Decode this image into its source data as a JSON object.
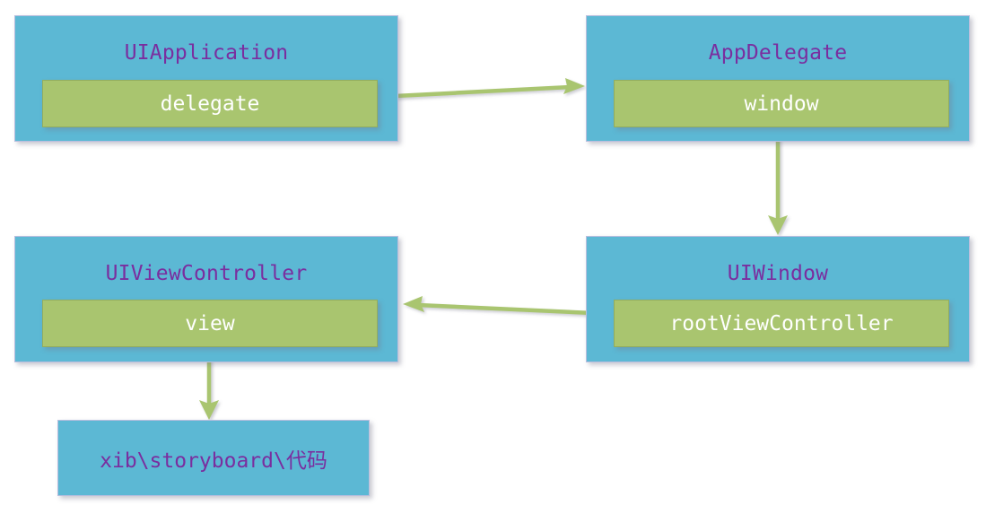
{
  "diagram": {
    "title": "iOS app launch object graph",
    "colors": {
      "class_box_fill": "#5cb8d4",
      "class_box_border": "#b9bede",
      "property_bar_fill": "#a9c56f",
      "property_bar_border": "#93ad5e",
      "class_title_text": "#7a2e9f",
      "property_text": "#ffffff",
      "arrow": "#a9c56f",
      "background": "#ffffff"
    },
    "nodes": {
      "uiapplication": {
        "title": "UIApplication",
        "property": "delegate"
      },
      "appdelegate": {
        "title": "AppDelegate",
        "property": "window"
      },
      "uiviewcontroller": {
        "title": "UIViewController",
        "property": "view"
      },
      "uiwindow": {
        "title": "UIWindow",
        "property": "rootViewController"
      },
      "resource": {
        "label": "xib\\storyboard\\代码"
      }
    },
    "edges": [
      {
        "name": "delegate-to-appdelegate",
        "from": "delegate",
        "to": "AppDelegate",
        "direction": "right"
      },
      {
        "name": "window-to-uiwindow",
        "from": "window",
        "to": "UIWindow",
        "direction": "down"
      },
      {
        "name": "rootviewcontroller-to-uiviewcontroller",
        "from": "rootViewController",
        "to": "UIViewController",
        "direction": "left"
      },
      {
        "name": "view-to-resource",
        "from": "view",
        "to": "xib\\storyboard\\代码",
        "direction": "down"
      }
    ]
  }
}
